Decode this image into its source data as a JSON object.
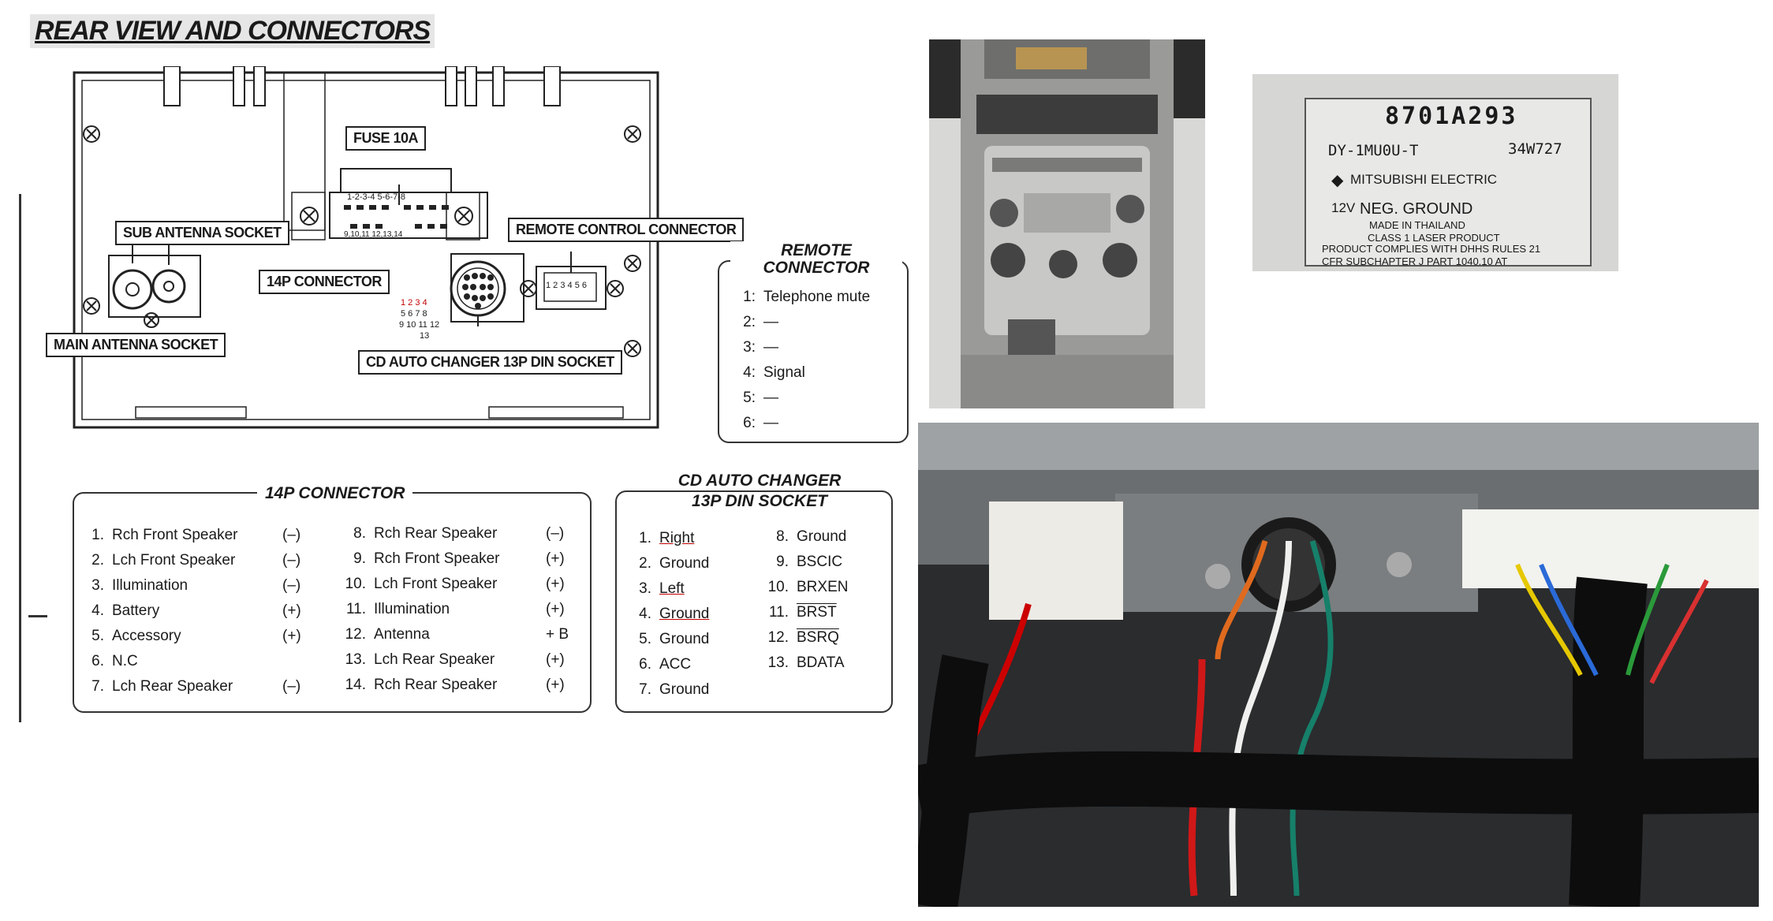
{
  "title": "REAR VIEW AND CONNECTORS",
  "diagram_labels": {
    "fuse": "FUSE 10A",
    "sub_antenna": "SUB ANTENNA SOCKET",
    "remote_connector": "REMOTE CONTROL CONNECTOR",
    "p14_connector": "14P CONNECTOR",
    "main_antenna": "MAIN ANTENNA SOCKET",
    "cd_socket": "CD AUTO CHANGER 13P DIN SOCKET",
    "connector_pins_top": "1-2-3-4  5-6-7-8",
    "connector_pins_bottom": "9,10,11 12,13,14",
    "din_row1": "1 2 3 4",
    "din_row2": "5 6 7 8",
    "din_row3": "9 10 11 12",
    "din_row4": "13",
    "remote_pins": "1 2 3 4 5 6"
  },
  "remote_control": {
    "title_line1": "REMOTE CONTROL",
    "title_line2": "CONNECTOR",
    "pins": [
      {
        "num": "1:",
        "name": "Telephone mute"
      },
      {
        "num": "2:",
        "name": "—"
      },
      {
        "num": "3:",
        "name": "—"
      },
      {
        "num": "4:",
        "name": "Signal"
      },
      {
        "num": "5:",
        "name": "—"
      },
      {
        "num": "6:",
        "name": "—"
      }
    ]
  },
  "connector_14p": {
    "title": "14P CONNECTOR",
    "left": [
      {
        "num": "1.",
        "name": "Rch Front Speaker",
        "pol": "(–)"
      },
      {
        "num": "2.",
        "name": "Lch Front Speaker",
        "pol": "(–)"
      },
      {
        "num": "3.",
        "name": "Illumination",
        "pol": "(–)"
      },
      {
        "num": "4.",
        "name": "Battery",
        "pol": "(+)"
      },
      {
        "num": "5.",
        "name": "Accessory",
        "pol": "(+)"
      },
      {
        "num": "6.",
        "name": "N.C",
        "pol": ""
      },
      {
        "num": "7.",
        "name": "Lch Rear Speaker",
        "pol": "(–)"
      }
    ],
    "right": [
      {
        "num": "8.",
        "name": "Rch Rear Speaker",
        "pol": "(–)"
      },
      {
        "num": "9.",
        "name": "Rch Front Speaker",
        "pol": "(+)"
      },
      {
        "num": "10.",
        "name": "Lch Front Speaker",
        "pol": "(+)"
      },
      {
        "num": "11.",
        "name": "Illumination",
        "pol": "(+)"
      },
      {
        "num": "12.",
        "name": "Antenna",
        "pol": "+ B"
      },
      {
        "num": "13.",
        "name": "Lch Rear Speaker",
        "pol": "(+)"
      },
      {
        "num": "14.",
        "name": "Rch Rear Speaker",
        "pol": "(+)"
      }
    ]
  },
  "cd_changer": {
    "title_line1": "CD AUTO CHANGER",
    "title_line2": "13P DIN SOCKET",
    "left": [
      {
        "num": "1.",
        "name": "Right"
      },
      {
        "num": "2.",
        "name": "Ground"
      },
      {
        "num": "3.",
        "name": "Left"
      },
      {
        "num": "4.",
        "name": "Ground"
      },
      {
        "num": "5.",
        "name": "Ground"
      },
      {
        "num": "6.",
        "name": "ACC"
      },
      {
        "num": "7.",
        "name": "Ground"
      }
    ],
    "right": [
      {
        "num": "8.",
        "name": "Ground"
      },
      {
        "num": "9.",
        "name": "BSCIC"
      },
      {
        "num": "10.",
        "name": "BRXEN"
      },
      {
        "num": "11.",
        "name": "BRST"
      },
      {
        "num": "12.",
        "name": "BSRQ"
      },
      {
        "num": "13.",
        "name": "BDATA"
      }
    ]
  },
  "product_label": {
    "part_number": "8701A293",
    "model": "DY-1MU0U-T",
    "code": "34W727",
    "brand": "MITSUBISHI ELECTRIC",
    "voltage": "12V",
    "ground": "NEG. GROUND",
    "made_in": "MADE IN THAILAND",
    "laser": "CLASS 1 LASER PRODUCT",
    "complies": "PRODUCT COMPLIES WITH DHHS RULES 21",
    "subchapter": "CFR SUBCHAPTER J    PART 1040.10 AT"
  },
  "colors": {
    "line": "#222222",
    "underline_red": "#c00000",
    "label_bg": "#e4e4e2"
  }
}
